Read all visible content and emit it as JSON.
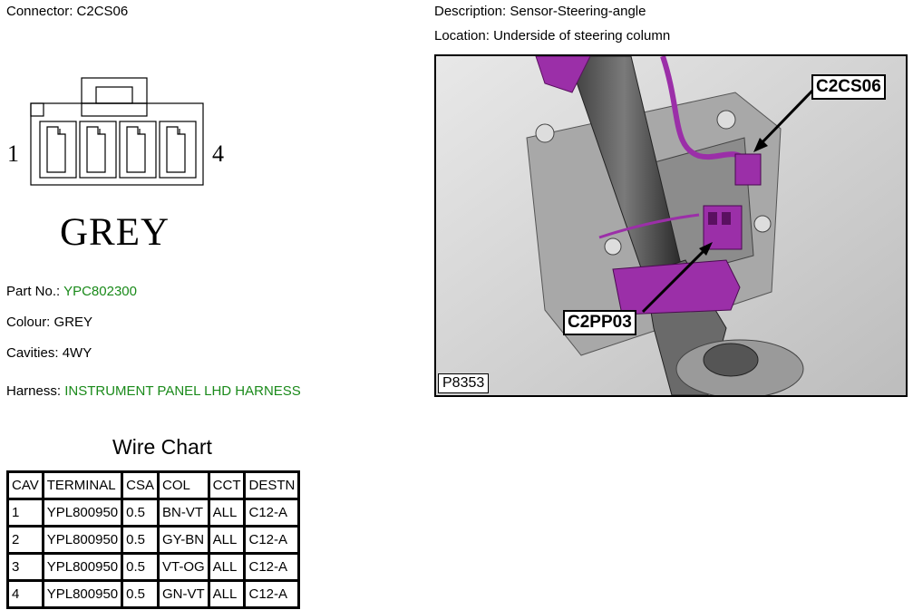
{
  "header": {
    "connector_label": "Connector:",
    "connector_value": "C2CS06",
    "description_label": "Description:",
    "description_value": "Sensor-Steering-angle",
    "location_label": "Location:",
    "location_value": "Underside of steering column"
  },
  "connector_diagram": {
    "pin_left": "1",
    "pin_right": "4",
    "colour_text": "GREY"
  },
  "details": {
    "part_label": "Part No.:",
    "part_value": "YPC802300",
    "colour_label": "Colour:",
    "colour_value": "GREY",
    "cavities_label": "Cavities:",
    "cavities_value": "4WY",
    "harness_label": "Harness:",
    "harness_value": "INSTRUMENT PANEL LHD HARNESS"
  },
  "wire_chart": {
    "title": "Wire Chart",
    "headers": [
      "CAV",
      "TERMINAL",
      "CSA",
      "COL",
      "CCT",
      "DESTN"
    ],
    "rows": [
      [
        "1",
        "YPL800950",
        "0.5",
        "BN-VT",
        "ALL",
        "C12-A"
      ],
      [
        "2",
        "YPL800950",
        "0.5",
        "GY-BN",
        "ALL",
        "C12-A"
      ],
      [
        "3",
        "YPL800950",
        "0.5",
        "VT-OG",
        "ALL",
        "C12-A"
      ],
      [
        "4",
        "YPL800950",
        "0.5",
        "GN-VT",
        "ALL",
        "C12-A"
      ]
    ]
  },
  "photo": {
    "callout_1": "C2CS06",
    "callout_2": "C2PP03",
    "photo_id": "P8353"
  },
  "colors": {
    "link_green": "#1a8a1a",
    "harness_purple": "#9b2fa8"
  }
}
